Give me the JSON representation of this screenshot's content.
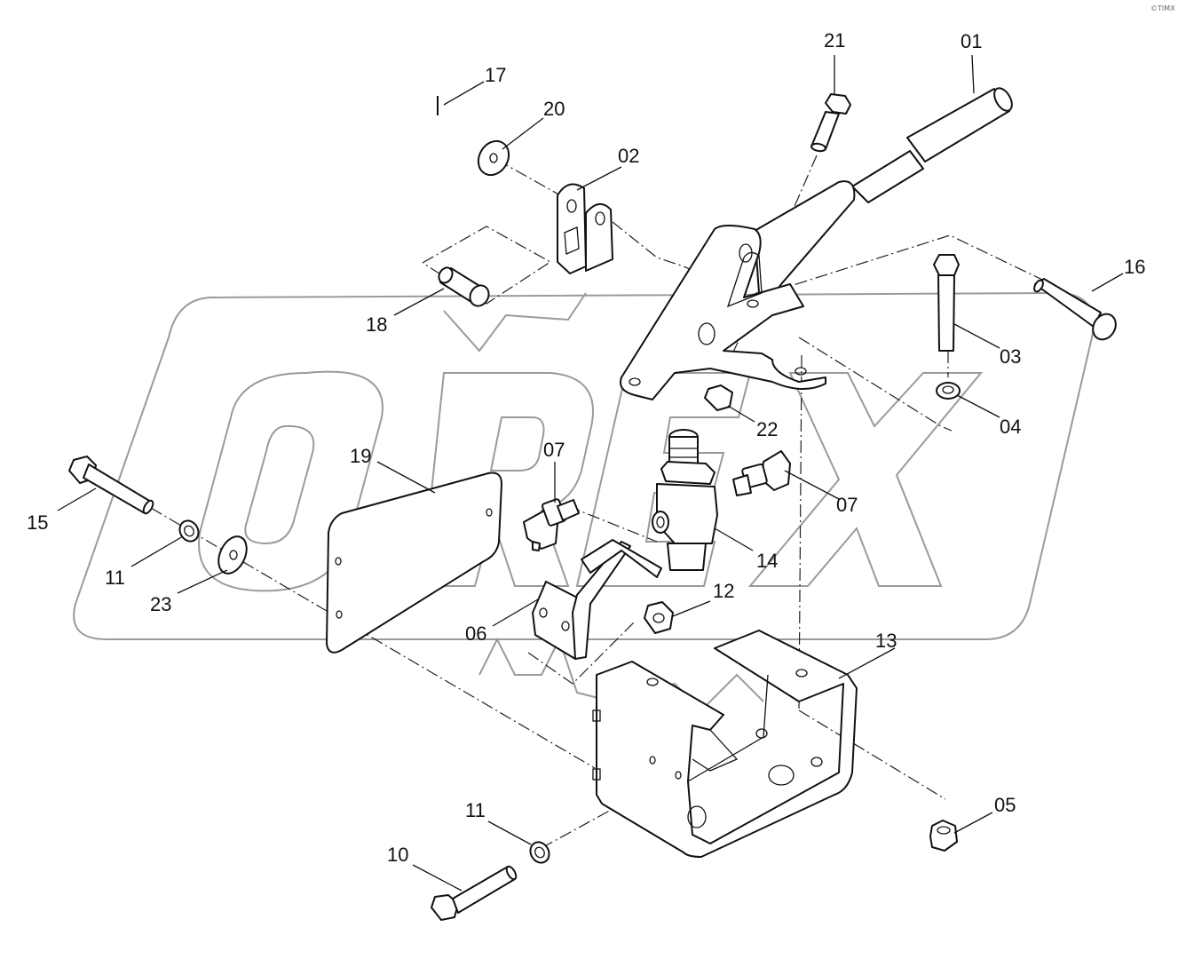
{
  "watermark": {
    "text": "OREX"
  },
  "corner_mark": "©TIMX",
  "callouts": [
    {
      "id": "c01",
      "label": "01"
    },
    {
      "id": "c02",
      "label": "02"
    },
    {
      "id": "c03",
      "label": "03"
    },
    {
      "id": "c04",
      "label": "04"
    },
    {
      "id": "c05",
      "label": "05"
    },
    {
      "id": "c06",
      "label": "06"
    },
    {
      "id": "c07a",
      "label": "07"
    },
    {
      "id": "c07b",
      "label": "07"
    },
    {
      "id": "c10",
      "label": "10"
    },
    {
      "id": "c11a",
      "label": "11"
    },
    {
      "id": "c11b",
      "label": "11"
    },
    {
      "id": "c12",
      "label": "12"
    },
    {
      "id": "c13",
      "label": "13"
    },
    {
      "id": "c14",
      "label": "14"
    },
    {
      "id": "c15",
      "label": "15"
    },
    {
      "id": "c16",
      "label": "16"
    },
    {
      "id": "c17",
      "label": "17"
    },
    {
      "id": "c18",
      "label": "18"
    },
    {
      "id": "c19",
      "label": "19"
    },
    {
      "id": "c20",
      "label": "20"
    },
    {
      "id": "c21",
      "label": "21"
    },
    {
      "id": "c22",
      "label": "22"
    },
    {
      "id": "c23",
      "label": "23"
    }
  ]
}
